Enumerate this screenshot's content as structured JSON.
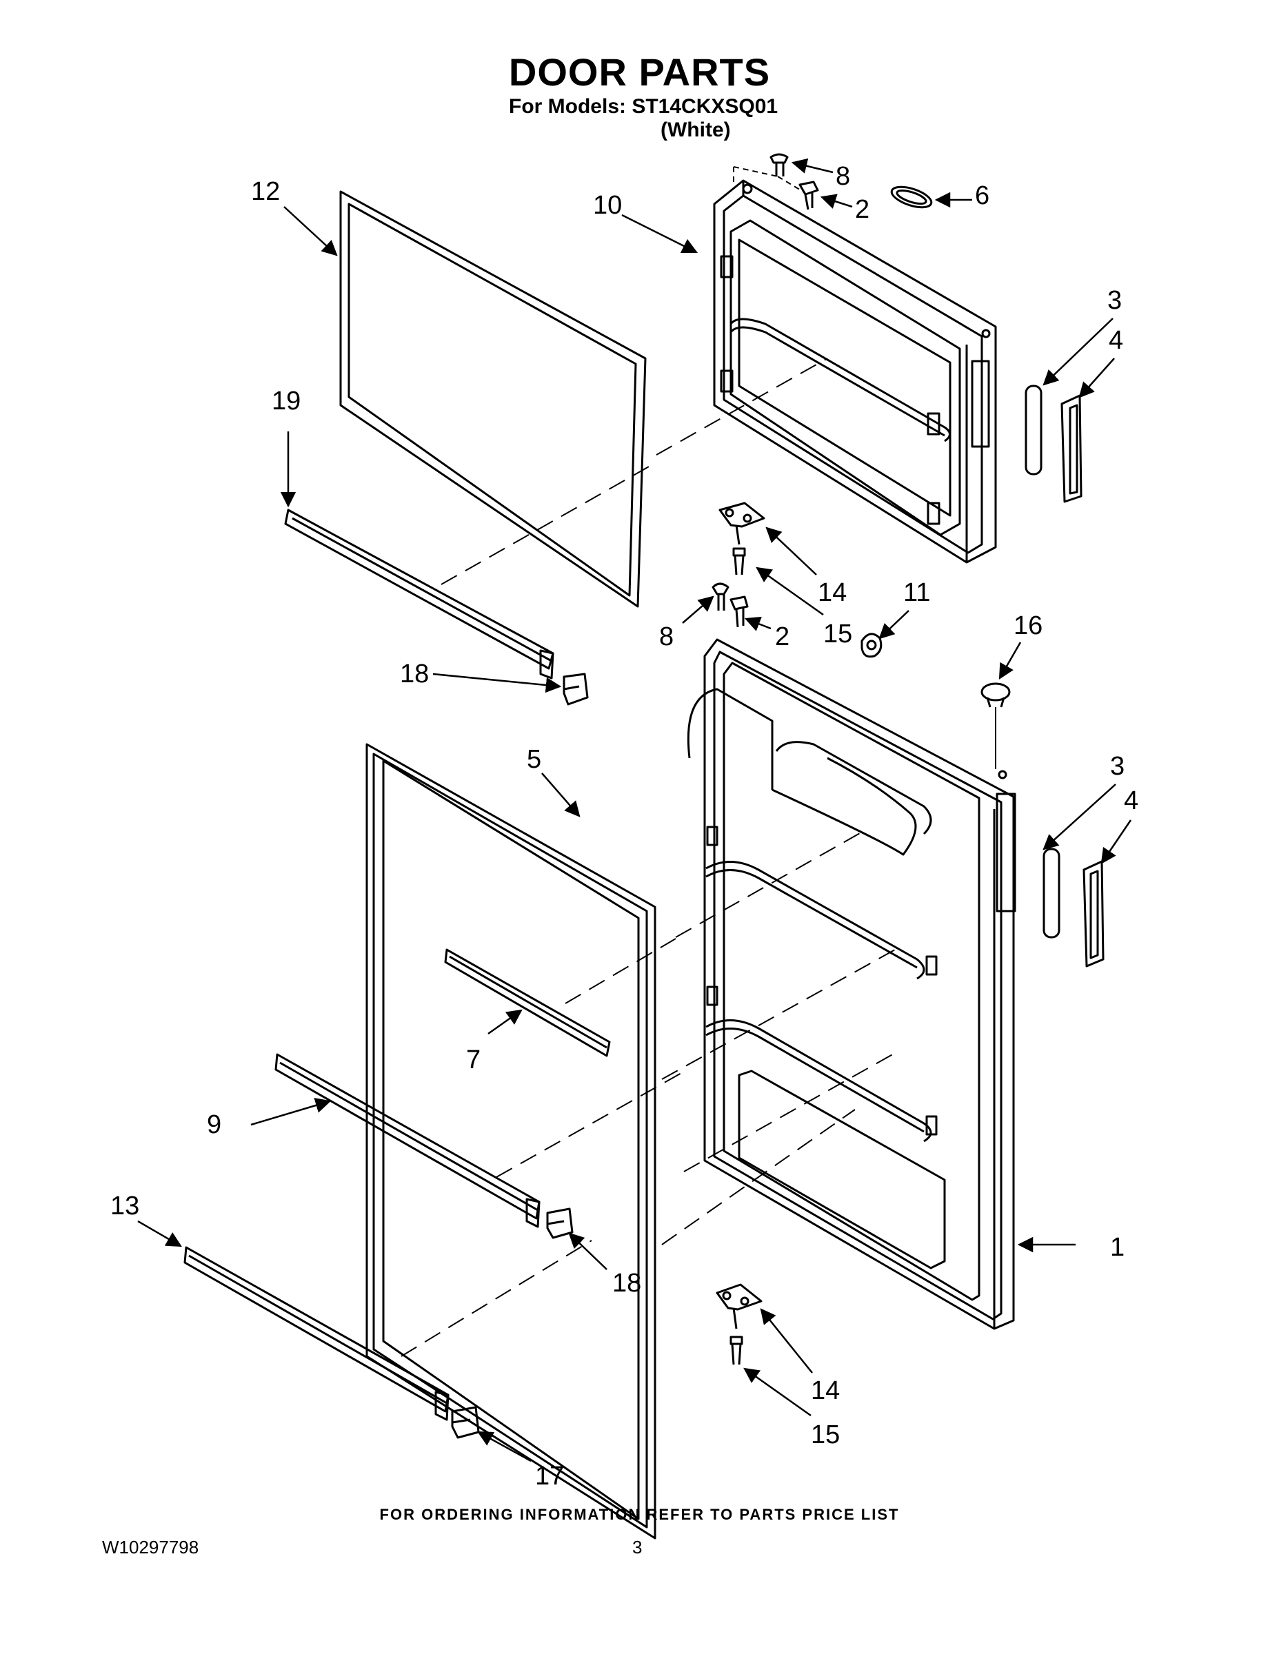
{
  "header": {
    "title": "DOOR PARTS",
    "models_line": "For Models: ST14CKXSQ01",
    "color_line": "(White)"
  },
  "callouts": [
    {
      "id": "c12",
      "label": "12"
    },
    {
      "id": "c10",
      "label": "10"
    },
    {
      "id": "c8a",
      "label": "8"
    },
    {
      "id": "c2a",
      "label": "2"
    },
    {
      "id": "c6",
      "label": "6"
    },
    {
      "id": "c3a",
      "label": "3"
    },
    {
      "id": "c4a",
      "label": "4"
    },
    {
      "id": "c19",
      "label": "19"
    },
    {
      "id": "c14a",
      "label": "14"
    },
    {
      "id": "c15a",
      "label": "15"
    },
    {
      "id": "c11",
      "label": "11"
    },
    {
      "id": "c8b",
      "label": "8"
    },
    {
      "id": "c2b",
      "label": "2"
    },
    {
      "id": "c16",
      "label": "16"
    },
    {
      "id": "c18a",
      "label": "18"
    },
    {
      "id": "c5",
      "label": "5"
    },
    {
      "id": "c3b",
      "label": "3"
    },
    {
      "id": "c4b",
      "label": "4"
    },
    {
      "id": "c7",
      "label": "7"
    },
    {
      "id": "c9",
      "label": "9"
    },
    {
      "id": "c13",
      "label": "13"
    },
    {
      "id": "c18b",
      "label": "18"
    },
    {
      "id": "c1",
      "label": "1"
    },
    {
      "id": "c14b",
      "label": "14"
    },
    {
      "id": "c15b",
      "label": "15"
    },
    {
      "id": "c17",
      "label": "17"
    }
  ],
  "footer": {
    "ordering_note": "FOR ORDERING INFORMATION REFER TO PARTS PRICE LIST",
    "doc_number": "W10297798",
    "page_number": "3"
  }
}
